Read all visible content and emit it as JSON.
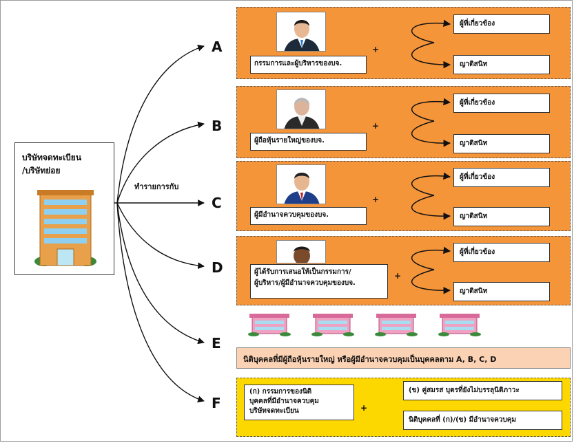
{
  "company": {
    "title_line1": "บริษัทจดทะเบียน",
    "title_line2": "/บริษัทย่อย"
  },
  "transaction_label": "ทำรายการกับ",
  "groups": [
    {
      "letter": "A",
      "role": "กรรมการและผู้บริหารของบจ.",
      "related": "ผู้ที่เกี่ยวข้อง",
      "relatives": "ญาติสนิท",
      "plus": "+"
    },
    {
      "letter": "B",
      "role": "ผู้ถือหุ้นรายใหญ่ของบจ.",
      "related": "ผู้ที่เกี่ยวข้อง",
      "relatives": "ญาติสนิท",
      "plus": "+"
    },
    {
      "letter": "C",
      "role": "ผู้มีอำนาจควบคุมของบจ.",
      "related": "ผู้ที่เกี่ยวข้อง",
      "relatives": "ญาติสนิท",
      "plus": "+"
    },
    {
      "letter": "D",
      "role_line1": "ผู้ได้รับการเสนอให้เป็นกรรมการ/",
      "role_line2": "ผู้บริหาร/ผู้มีอำนาจควบคุมของบจ.",
      "related": "ผู้ที่เกี่ยวข้อง",
      "relatives": "ญาติสนิท",
      "plus": "+"
    }
  ],
  "e": {
    "letter": "E",
    "text": "นิติบุคคลที่มีผู้ถือหุ้นรายใหญ่ หรือผู้มีอำนาจควบคุมเป็นบุคคลตาม  A, B, C, D"
  },
  "f": {
    "letter": "F",
    "left_line1": "(ก) กรรมการของนิติ",
    "left_line2": "บุคคลที่มีอำนาจควบคุม",
    "left_line3": "บริษัทจดทะเบียน",
    "plus": "+",
    "right_top": "(ข) คู่สมรส บุตรที่ยังไม่บรรลุนิติภาวะ",
    "right_bottom": "นิติบุคคลที่ (ก)/(ข) มีอำนาจควบคุม"
  }
}
